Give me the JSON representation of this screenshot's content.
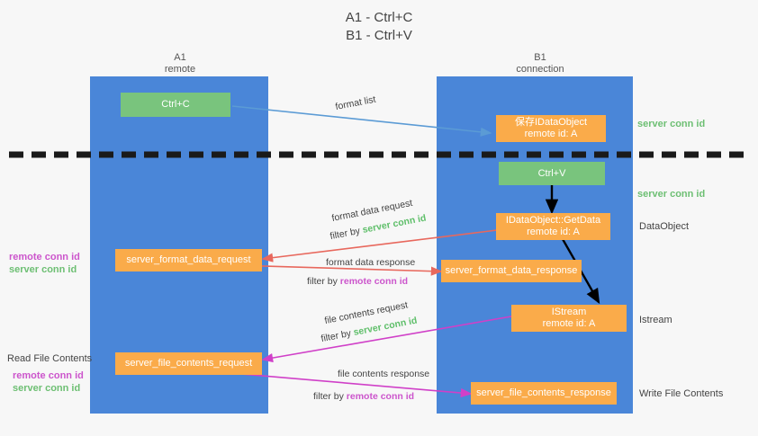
{
  "title": {
    "line1": "A1 - Ctrl+C",
    "line2": "B1 - Ctrl+V"
  },
  "colors": {
    "lane": "#4a86d8",
    "orange_box": "#faab4a",
    "green_box": "#79c47d",
    "server_conn_id": "#6dbf73",
    "remote_conn_id": "#cc55cc",
    "arrow_blue": "#5b9bd5",
    "arrow_red": "#e8685d",
    "arrow_magenta": "#d040c8",
    "arrow_black": "#000000",
    "background": "#f7f7f7"
  },
  "lanes": [
    {
      "name": "A1",
      "sub": "remote"
    },
    {
      "name": "B1",
      "sub": "connection"
    }
  ],
  "nodes": {
    "ctrl_c": {
      "line1": "Ctrl+C",
      "line2": ""
    },
    "save_dataobj": {
      "line1": "保存IDataObject",
      "line2": "remote id: A"
    },
    "ctrl_v": {
      "line1": "Ctrl+V",
      "line2": ""
    },
    "getdata": {
      "line1": "IDataObject::GetData",
      "line2": "remote id: A"
    },
    "fmt_req": {
      "line1": "server_format_data_request",
      "line2": ""
    },
    "fmt_resp": {
      "line1": "server_format_data_response",
      "line2": ""
    },
    "istream": {
      "line1": "IStream",
      "line2": "remote id: A"
    },
    "file_req": {
      "line1": "server_file_contents_request",
      "line2": ""
    },
    "file_resp": {
      "line1": "server_file_contents_response",
      "line2": ""
    }
  },
  "right_labels": {
    "server_conn_id_1": "server conn id",
    "server_conn_id_2": "server conn id",
    "dataobject": "DataObject",
    "istream": "Istream",
    "write_file_contents": "Write File Contents"
  },
  "left_labels": {
    "remote_conn_id_1": "remote conn id",
    "server_conn_id_1": "server conn id",
    "read_file_contents": "Read File Contents",
    "remote_conn_id_2": "remote conn id",
    "server_conn_id_2": "server conn id"
  },
  "captions": {
    "format_list": "format list",
    "format_data_request": "format data request",
    "format_data_request_filter_prefix": "filter by ",
    "format_data_request_filter_value": "server conn id",
    "format_data_response": "format data response",
    "format_data_response_filter_prefix": "filter by ",
    "format_data_response_filter_value": "remote conn id",
    "file_contents_request": "file contents request",
    "file_contents_request_filter_prefix": "filter by ",
    "file_contents_request_filter_value": "server conn id",
    "file_contents_response": "file contents response",
    "file_contents_response_filter_prefix": "filter by ",
    "file_contents_response_filter_value": "remote conn id"
  }
}
